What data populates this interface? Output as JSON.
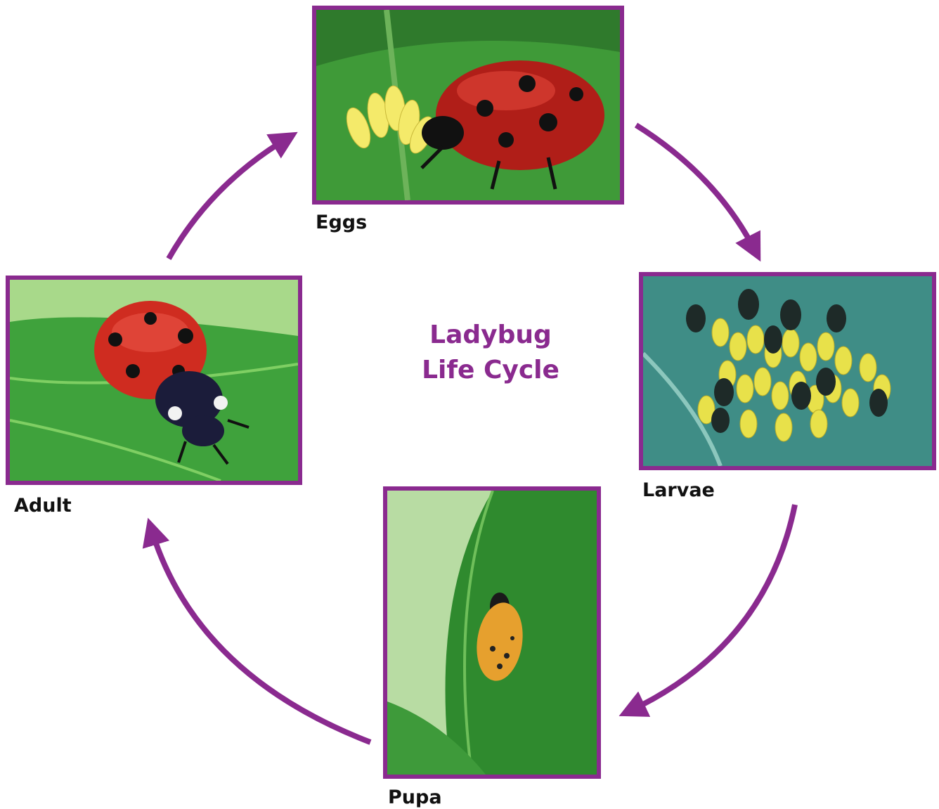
{
  "title": {
    "line1": "Ladybug",
    "line2": "Life Cycle"
  },
  "stages": {
    "eggs": "Eggs",
    "larvae": "Larvae",
    "pupa": "Pupa",
    "adult": "Adult"
  },
  "colors": {
    "accent": "#8a2a8f",
    "label": "#111111"
  }
}
